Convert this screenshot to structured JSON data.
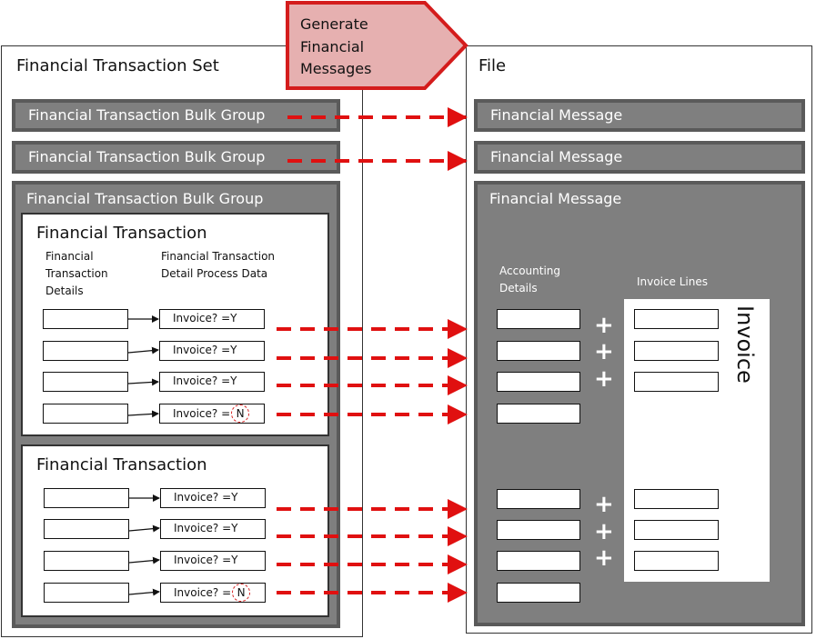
{
  "colors": {
    "arrow": "#e01010",
    "bar_fill": "#7f7f7f",
    "bar_border": "#5a5a5a",
    "callout_fill": "#e6b0b0",
    "callout_border": "#d41c1c"
  },
  "callout": {
    "label": "Generate Financial Messages"
  },
  "left_panel": {
    "title": "Financial Transaction Set",
    "bulk_groups": [
      {
        "label": "Financial Transaction Bulk Group"
      },
      {
        "label": "Financial Transaction Bulk Group"
      },
      {
        "label": "Financial Transaction Bulk Group"
      }
    ],
    "transactions": [
      {
        "title": "Financial Transaction",
        "details_header": "Financial Transaction Details",
        "process_header": "Financial Transaction Detail Process Data",
        "rows": [
          {
            "invoice_prefix": "Invoice? =",
            "flag": "Y"
          },
          {
            "invoice_prefix": "Invoice? =",
            "flag": "Y"
          },
          {
            "invoice_prefix": "Invoice? =",
            "flag": "Y"
          },
          {
            "invoice_prefix": "Invoice? =",
            "flag": "N"
          }
        ]
      },
      {
        "title": "Financial Transaction",
        "rows": [
          {
            "invoice_prefix": "Invoice? =",
            "flag": "Y"
          },
          {
            "invoice_prefix": "Invoice? =",
            "flag": "Y"
          },
          {
            "invoice_prefix": "Invoice? =",
            "flag": "Y"
          },
          {
            "invoice_prefix": "Invoice? =",
            "flag": "N"
          }
        ]
      }
    ]
  },
  "right_panel": {
    "title": "File",
    "messages": [
      {
        "label": "Financial Message"
      },
      {
        "label": "Financial Message"
      },
      {
        "label": "Financial Message"
      }
    ],
    "accounting_header": "Accounting Details",
    "invoice_lines_header": "Invoice Lines",
    "invoice_label": "Invoice",
    "plus_sign": "+"
  }
}
